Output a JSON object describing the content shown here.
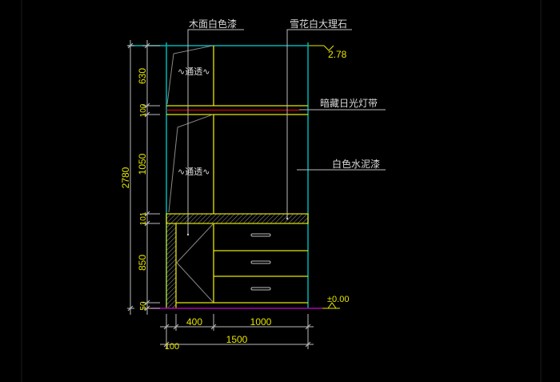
{
  "drawing": {
    "labels": {
      "wood_paint": "木面白色漆",
      "marble": "雪花白大理石",
      "hidden_light": "暗藏日光灯带",
      "cement_paint": "白色水泥漆",
      "open_upper": "通透",
      "open_middle": "通透"
    },
    "elevations": {
      "top": "2.78",
      "floor": "±0.00"
    },
    "vertical_dims": {
      "total": "2780",
      "d630": "630",
      "d100": "100",
      "d1050": "1050",
      "d101": "101",
      "d850": "850",
      "d50": "50"
    },
    "horizontal_dims": {
      "d100": "100",
      "d400": "400",
      "d1000": "1000",
      "total": "1500"
    },
    "colors": {
      "background": "#000000",
      "yellow": "#e6e600",
      "cyan": "#00b3b3",
      "red": "#e00000",
      "magenta": "#b000b0",
      "gray": "#bdbdbd"
    }
  }
}
